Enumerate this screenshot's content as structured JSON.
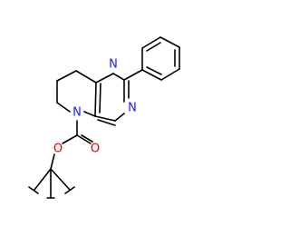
{
  "colors": {
    "background": "#ffffff",
    "bond": "#000000",
    "nitrogen": "#1a1aff",
    "oxygen": "#e00000"
  },
  "atoms": {
    "n_pyrimidine_top": "N",
    "n_pyrimidine_right": "N",
    "n_piperidine": "N",
    "o_carbonyl": "O",
    "o_ester": "O"
  }
}
